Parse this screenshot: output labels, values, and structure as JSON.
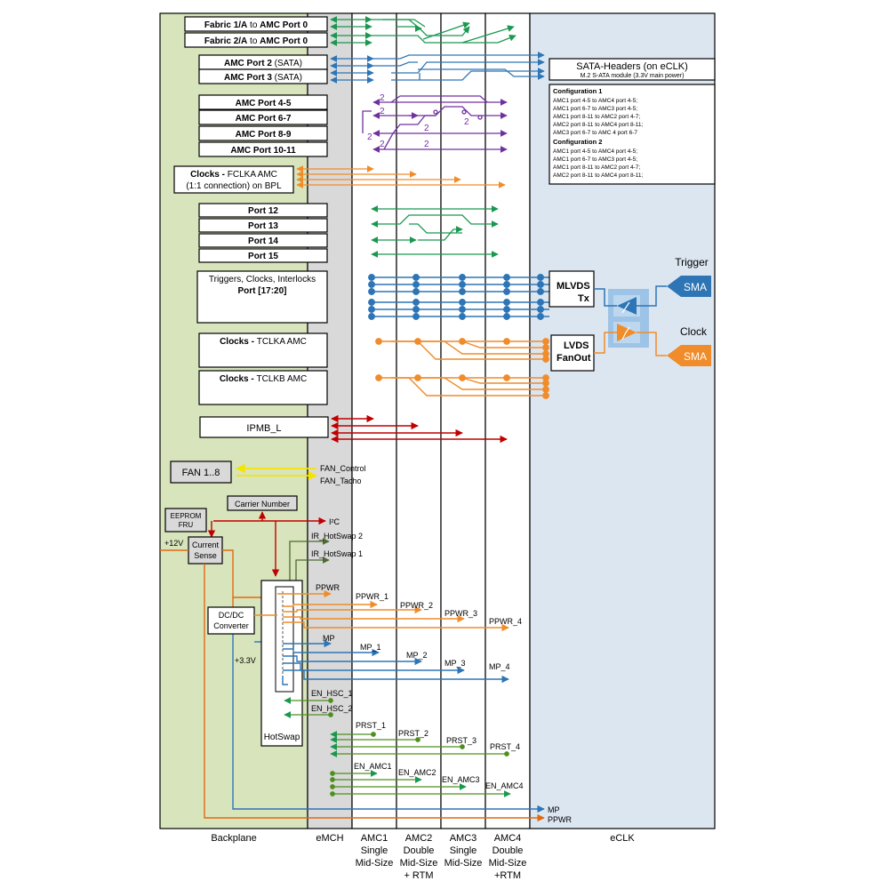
{
  "columns": {
    "backplane": "Backplane",
    "emch": "eMCH",
    "amc1": [
      "AMC1",
      "Single",
      "Mid-Size"
    ],
    "amc2": [
      "AMC2",
      "Double",
      "Mid-Size",
      "+ RTM"
    ],
    "amc3": [
      "AMC3",
      "Single",
      "Mid-Size"
    ],
    "amc4": [
      "AMC4",
      "Double",
      "Mid-Size",
      "+RTM"
    ],
    "eclk": "eCLK"
  },
  "backplane_boxes": {
    "fabric1": {
      "bold": "Fabric 1/A",
      "normal": " to ",
      "bold2": "AMC Port 0"
    },
    "fabric2": {
      "bold": "Fabric 2/A",
      "normal": " to ",
      "bold2": "AMC Port 0"
    },
    "amc_port2": {
      "bold": "AMC Port 2",
      "normal": " (SATA)"
    },
    "amc_port3": {
      "bold": "AMC Port 3",
      "normal": " (SATA)"
    },
    "amc_port45": "AMC Port 4-5",
    "amc_port67": "AMC Port 6-7",
    "amc_port89": "AMC Port 8-9",
    "amc_port1011": "AMC Port 10-11",
    "clocks_fclka": {
      "bold": "Clocks - ",
      "normal": "FCLKA AMC",
      "line2": "(1:1 connection) on BPL"
    },
    "port12": "Port 12",
    "port13": "Port 13",
    "port14": "Port 14",
    "port15": "Port 15",
    "triggers": {
      "line1": "Triggers, Clocks, Interlocks",
      "line2": "Port [17:20]"
    },
    "clocks_tclka": {
      "bold": "Clocks - ",
      "normal": "TCLKA AMC"
    },
    "clocks_tclkb": {
      "bold": "Clocks - ",
      "normal": "TCLKB AMC"
    },
    "ipmb": "IPMB_L",
    "fan": "FAN 1..8",
    "fan_control": "FAN_Control",
    "fan_tacho": "FAN_Tacho",
    "carrier_number": "Carrier Number",
    "eeprom": [
      "EEPROM",
      "FRU"
    ],
    "i2c": "I²C",
    "plus12v": "+12V",
    "current_sense": [
      "Current",
      "Sense"
    ],
    "ir_hotswap2": "IR_HotSwap 2",
    "ir_hotswap1": "IR_HotSwap 1",
    "dcdc": [
      "DC/DC",
      "Converter"
    ],
    "plus33v": "+3.3V",
    "hotswap": "HotSwap"
  },
  "sata": {
    "title": "SATA-Headers (on eCLK)",
    "subtitle": "M.2 S-ATA module (3.3V main power)",
    "config1_title": "Configuration 1",
    "config1": [
      "AMC1 port 4-5 to AMC4 port 4-5;",
      "AMC1 port 6-7 to AMC3 port 4-5;",
      "AMC1 port 8-11 to AMC2 port 4-7;",
      "AMC2 port 8-11 to AMC4 port 8-11;",
      "AMC3 port 6-7 to AMC 4 port 6-7"
    ],
    "config2_title": "Configuration 2",
    "config2": [
      "AMC1 port 4-5 to AMC4 port 4-5;",
      "AMC1 port 6-7 to AMC3 port 4-5;",
      "AMC1 port 8-11 to AMC2 port 4-7;",
      "AMC2 port 8-11 to AMC4 port 8-11;"
    ]
  },
  "eclk_blocks": {
    "mlvds": [
      "MLVDS",
      "Tx"
    ],
    "lvds": [
      "LVDS",
      "FanOut"
    ],
    "trigger_label": "Trigger",
    "clock_label": "Clock",
    "sma": "SMA"
  },
  "bus_marks": {
    "two": "2"
  },
  "signals": {
    "ppwr": "PPWR",
    "ppwr_1": "PPWR_1",
    "ppwr_2": "PPWR_2",
    "ppwr_3": "PPWR_3",
    "ppwr_4": "PPWR_4",
    "mp": "MP",
    "mp_1": "MP_1",
    "mp_2": "MP_2",
    "mp_3": "MP_3",
    "mp_4": "MP_4",
    "en_hsc_1": "EN_HSC_1",
    "en_hsc_2": "EN_HSC_2",
    "prst_1": "PRST_1",
    "prst_2": "PRST_2",
    "prst_3": "PRST_3",
    "prst_4": "PRST_4",
    "en_amc1": "EN_AMC1",
    "en_amc2": "EN_AMC2",
    "en_amc3": "EN_AMC3",
    "en_amc4": "EN_AMC4",
    "mp_out": "MP",
    "ppwr_out": "PPWR"
  },
  "colors": {
    "backplane": "#d8e4bc",
    "emch": "#d9d9d9",
    "eclk": "#dce6f1",
    "green": "#1a9850",
    "blue": "#2e75b6",
    "purple": "#7030a0",
    "orange": "#f08c2a",
    "red": "#c00000",
    "yellow": "#f5e400",
    "olive": "#4e6b2f",
    "dark_orange": "#e06a10"
  }
}
